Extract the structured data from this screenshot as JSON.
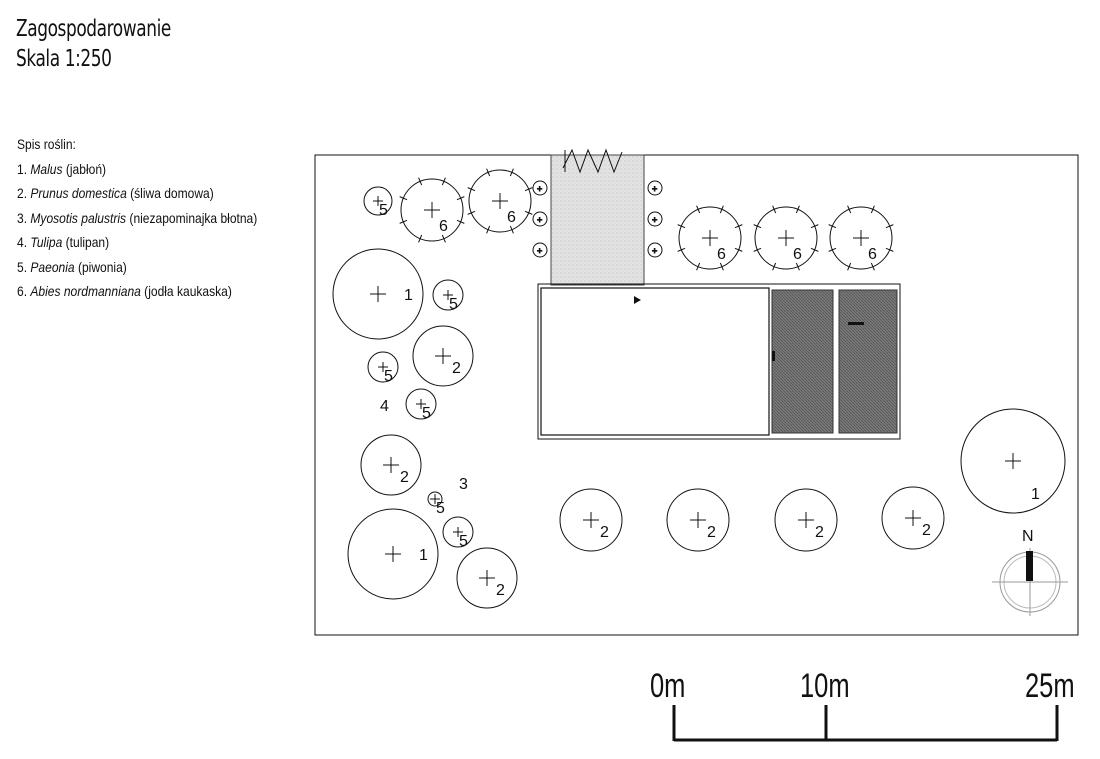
{
  "title": {
    "line1": "Zagospodarowanie",
    "line2": "Skala 1:250"
  },
  "legend": {
    "heading": "Spis roślin:",
    "items": [
      {
        "num": "1.",
        "latin": "Malus",
        "common": "(jabłoń)"
      },
      {
        "num": "2.",
        "latin": "Prunus domestica",
        "common": "(śliwa domowa)"
      },
      {
        "num": "3.",
        "latin": "Myosotis palustris",
        "common": "(niezapominajka błotna)"
      },
      {
        "num": "4.",
        "latin": "Tulipa",
        "common": "(tulipan)"
      },
      {
        "num": "5.",
        "latin": "Paeonia",
        "common": "(piwonia)"
      },
      {
        "num": "6.",
        "latin": "Abies nordmanniana",
        "common": "(jodła kaukaska)"
      }
    ]
  },
  "plants": [
    {
      "label": "5",
      "type": "5"
    },
    {
      "label": "6",
      "type": "6"
    },
    {
      "label": "6",
      "type": "6"
    },
    {
      "label": "1",
      "type": "1"
    },
    {
      "label": "5",
      "type": "5"
    },
    {
      "label": "2",
      "type": "2"
    },
    {
      "label": "5",
      "type": "5"
    },
    {
      "label": "5",
      "type": "5"
    },
    {
      "label": "2",
      "type": "2"
    },
    {
      "label": "5",
      "type": "5"
    },
    {
      "label": "5",
      "type": "5"
    },
    {
      "label": "1",
      "type": "1"
    },
    {
      "label": "2",
      "type": "2"
    },
    {
      "label": "6",
      "type": "6"
    },
    {
      "label": "6",
      "type": "6"
    },
    {
      "label": "6",
      "type": "6"
    },
    {
      "label": "2",
      "type": "2"
    },
    {
      "label": "2",
      "type": "2"
    },
    {
      "label": "2",
      "type": "2"
    },
    {
      "label": "2",
      "type": "2"
    },
    {
      "label": "1",
      "type": "1"
    }
  ],
  "area_labels": {
    "tulips": "4",
    "forget_me_nots": "3"
  },
  "north": "N",
  "scale_bar": {
    "labels": [
      "0m",
      "10m",
      "25m"
    ]
  },
  "colors": {
    "line": "#111111",
    "paving": "#e6e6e6",
    "garage": "#6e6e6e"
  }
}
